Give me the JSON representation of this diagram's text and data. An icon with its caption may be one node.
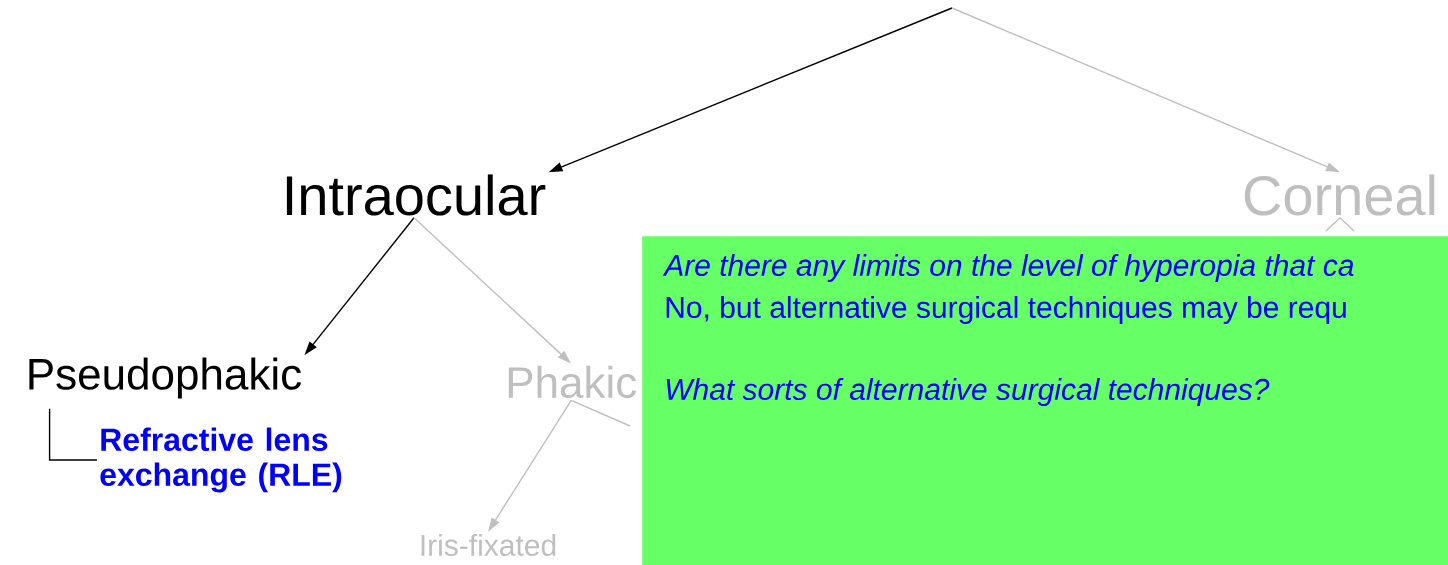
{
  "diagram": {
    "nodes": [
      {
        "text": [
          "Intraocular"
        ]
      },
      {
        "text": [
          "Corneal"
        ]
      },
      {
        "text": [
          "Pseudophakic"
        ]
      },
      {
        "text": [
          "Phakic"
        ]
      },
      {
        "text": [
          "Refractive lens exchange (RLE)"
        ]
      },
      {
        "text": [
          "Iris-fixated"
        ]
      },
      {
        "text": [
          "Are there any limits on the level of hyperopia that ca",
          "No, but alternative surgical techniques may be requ",
          "What sorts of alternative surgical techniques?"
        ]
      }
    ],
    "edges": [
      {
        "from": null,
        "to": 0,
        "arrow": "to",
        "color": "#000000"
      },
      {
        "from": null,
        "to": 1,
        "arrow": "to"
      },
      {
        "from": 0,
        "to": 2,
        "arrow": "to",
        "color": "#000000"
      },
      {
        "from": 0,
        "to": 3,
        "arrow": "to"
      },
      {
        "from": 2,
        "to": 4,
        "arrow": "none",
        "color": "#000000"
      },
      {
        "from": 3,
        "to": 5,
        "arrow": "to"
      },
      {
        "from": 3,
        "to": null,
        "arrow": "none"
      },
      {
        "from": 1,
        "to": null,
        "arrow": "none"
      },
      {
        "from": 1,
        "to": null,
        "arrow": "none"
      }
    ]
  }
}
